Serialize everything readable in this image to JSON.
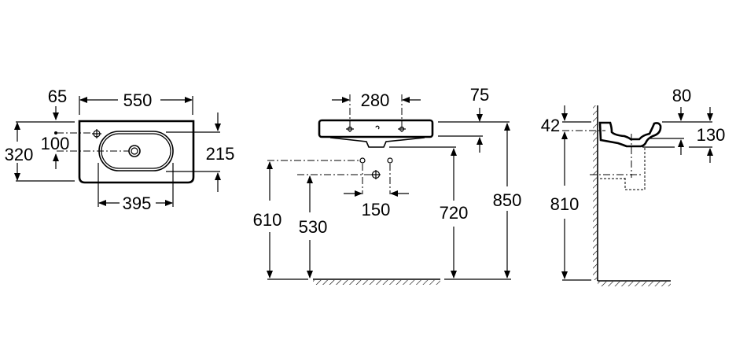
{
  "plan_view": {
    "width": "550",
    "depth": "320",
    "tap_offset_side": "65",
    "tap_offset_front": "100",
    "bowl_depth": "215",
    "bowl_width": "395"
  },
  "front_view": {
    "tap_spacing": "280",
    "basin_thickness": "75",
    "underside_height": "720",
    "rim_height": "850",
    "supply_height": "610",
    "waste_height": "530",
    "supply_spacing": "150"
  },
  "side_view": {
    "rim_to_axis": "42",
    "axis_height": "810",
    "rim_lip": "80",
    "bowl_height": "130"
  }
}
